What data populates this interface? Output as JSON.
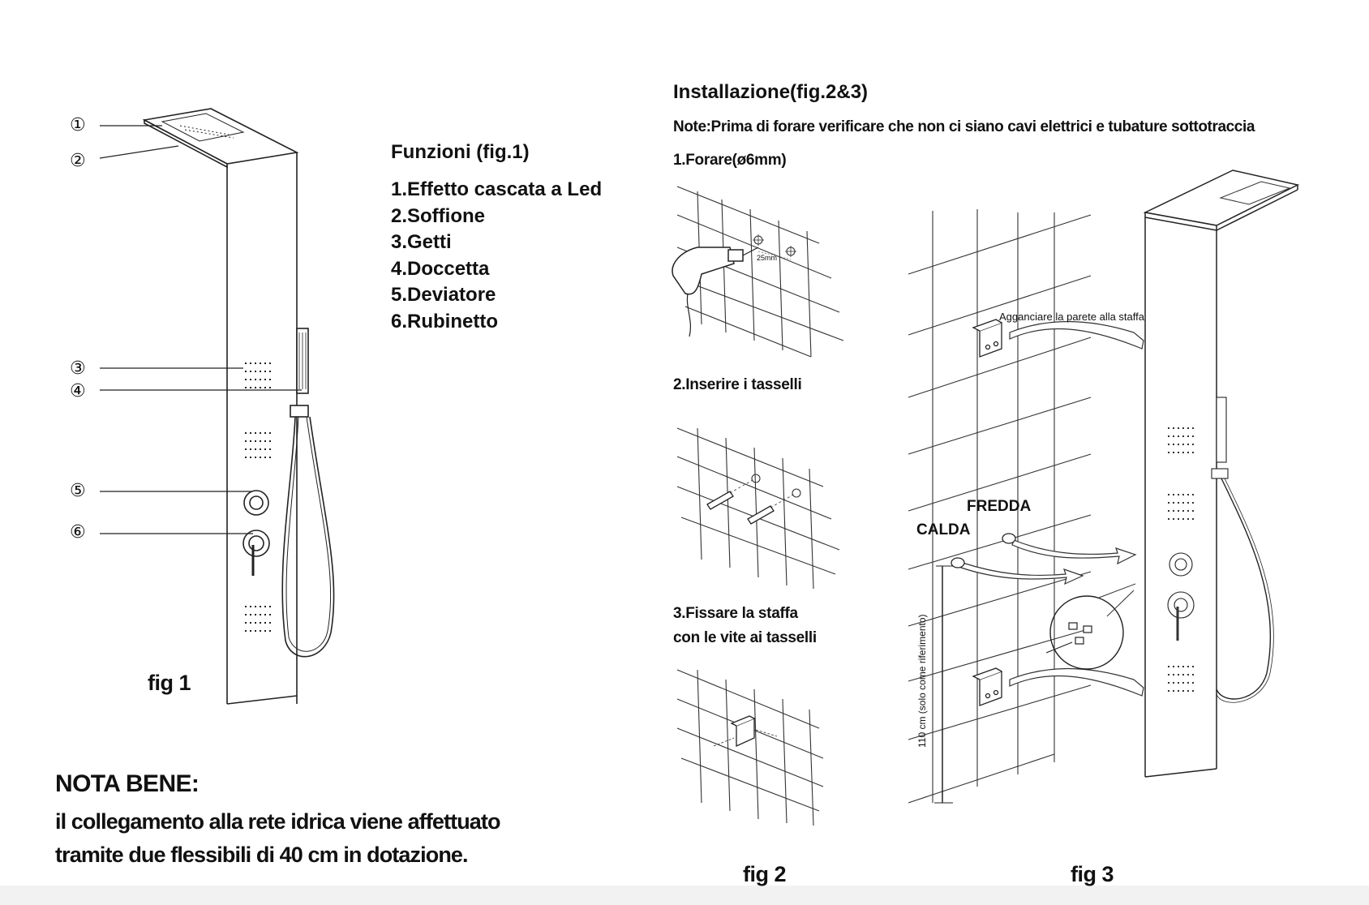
{
  "fig1": {
    "callouts": [
      "①",
      "②",
      "③",
      "④",
      "⑤",
      "⑥"
    ],
    "label": "fig  1"
  },
  "functions": {
    "title": "Funzioni (fig.1)",
    "items": [
      "1.Effetto cascata a Led",
      "2.Soffione",
      "3.Getti",
      "4.Doccetta",
      "5.Deviatore",
      "6.Rubinetto"
    ]
  },
  "installation": {
    "title": "Installazione(fig.2&3)",
    "note": "Note:Prima di forare verificare che non ci siano cavi elettrici e tubature sottotraccia",
    "step1": "1.Forare(ø6mm)",
    "step2": "2.Inserire i tasselli",
    "step3_line1": "3.Fissare la staffa",
    "step3_line2": "con le vite ai tasselli",
    "drill_spacing": "25mm",
    "fig2_label": "fig  2"
  },
  "fig3": {
    "hook_note": "Agganciare la parete alla staffa",
    "hot": "CALDA",
    "cold": "FREDDA",
    "height_note": "110 cm (solo come riferimento)",
    "label": "fig  3"
  },
  "nota_bene": {
    "title": "NOTA BENE:",
    "line1": "il collegamento alla rete idrica viene affettuato",
    "line2": "tramite  due flessibili di 40 cm in dotazione."
  }
}
